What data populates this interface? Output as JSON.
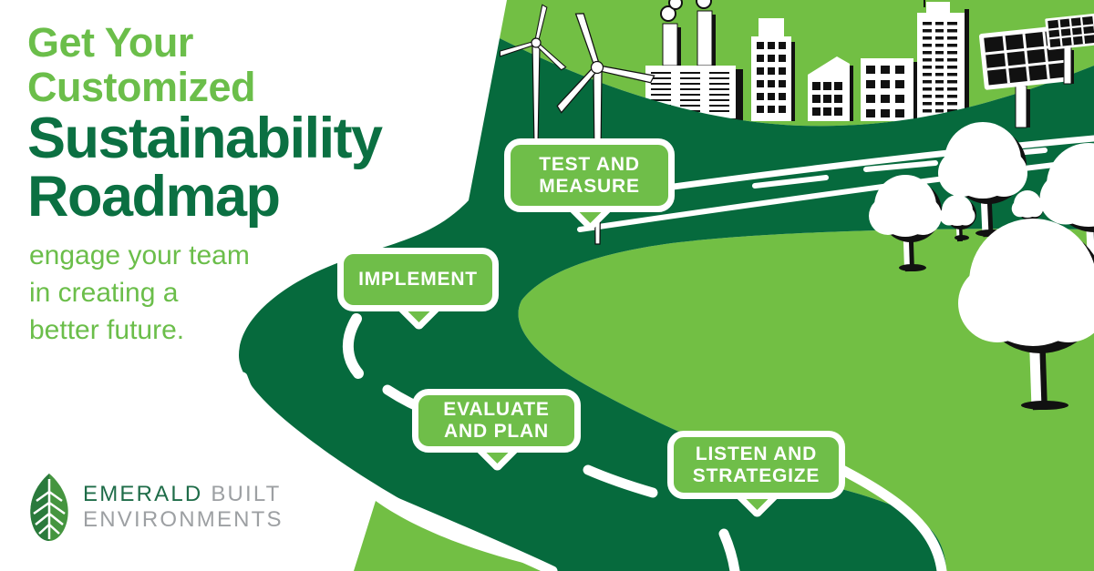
{
  "headline": {
    "line1": "Get Your",
    "line2": "Customized",
    "line3": "Sustainability",
    "line4": "Roadmap"
  },
  "subtitle": {
    "lines": [
      "engage your team",
      "in creating a",
      "better future."
    ]
  },
  "roadmap_steps": [
    {
      "id": "listen-and-strategize",
      "lines": [
        "LISTEN AND",
        "STRATEGIZE"
      ]
    },
    {
      "id": "evaluate-and-plan",
      "lines": [
        "EVALUATE",
        "AND PLAN"
      ]
    },
    {
      "id": "implement",
      "lines": [
        "IMPLEMENT"
      ]
    },
    {
      "id": "test-and-measure",
      "lines": [
        "TEST AND",
        "MEASURE"
      ]
    }
  ],
  "logo": {
    "word1": "EMERALD",
    "word2": "BUILT",
    "word3": "ENVIRONMENTS"
  },
  "colors": {
    "light_green": "#72bf44",
    "dark_green": "#066a3d",
    "headline_light_green": "#6bbe4a",
    "headline_dark_green": "#0b7042",
    "sign_green": "#6fbe49",
    "logo_green": "#1e6c48",
    "logo_gray": "#9da0a3",
    "white": "#ffffff"
  },
  "scene": {
    "illustrations": [
      "wind-turbines",
      "factory-with-smokestacks",
      "city-skyline",
      "solar-panels",
      "trees",
      "winding-road",
      "grass-hills"
    ]
  }
}
